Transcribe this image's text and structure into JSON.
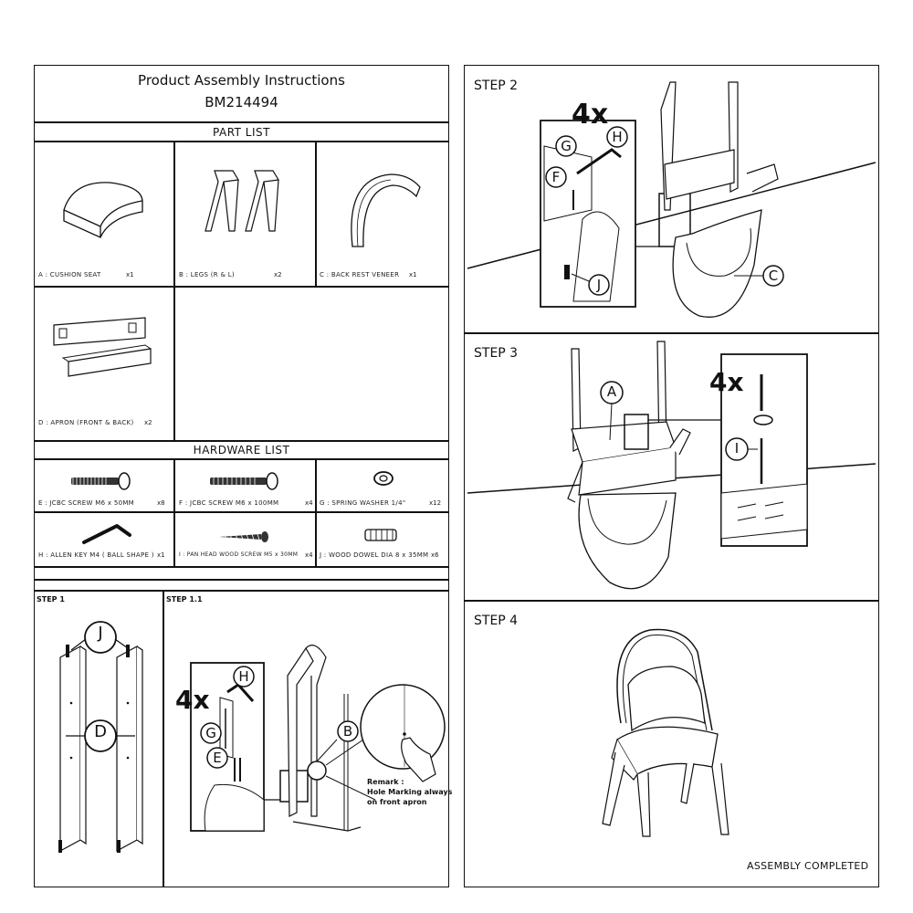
{
  "header": {
    "title": "Product Assembly Instructions",
    "model": "BM214494"
  },
  "part_list": {
    "heading": "PART LIST",
    "items": [
      {
        "caption": "A : CUSHION SEAT",
        "qty": "x1"
      },
      {
        "caption": "B : LEGS (R & L)",
        "qty": "x2"
      },
      {
        "caption": "C : BACK REST VENEER",
        "qty": "x1"
      },
      {
        "caption": "D : APRON (FRONT & BACK)",
        "qty": "x2"
      }
    ]
  },
  "hardware_list": {
    "heading": "HARDWARE LIST",
    "items": [
      {
        "caption": "E : JCBC SCREW M6 x 50MM",
        "qty": "x8"
      },
      {
        "caption": "F : JCBC SCREW M6 x 100MM",
        "qty": "x4"
      },
      {
        "caption": "G : SPRING WASHER 1/4\"",
        "qty": "x12"
      },
      {
        "caption": "H : ALLEN KEY M4 ( BALL SHAPE )",
        "qty": "x1"
      },
      {
        "caption": "I : PAN HEAD WOOD SCREW M5 x 30MM",
        "qty": "x4"
      },
      {
        "caption": "J : WOOD DOWEL DIA 8 x 35MM",
        "qty": "x6"
      }
    ]
  },
  "steps": {
    "step1": {
      "label": "STEP 1",
      "callouts": [
        "J",
        "D"
      ]
    },
    "step1_1": {
      "label": "STEP 1.1",
      "multiplier": "4x",
      "callouts": [
        "H",
        "G",
        "E",
        "B"
      ],
      "remark_title": "Remark :",
      "remark_text": [
        "Hole Marking always",
        "on front apron"
      ]
    },
    "step2": {
      "label": "STEP 2",
      "multiplier": "4x",
      "callouts": [
        "G",
        "H",
        "F",
        "J",
        "C"
      ]
    },
    "step3": {
      "label": "STEP 3",
      "multiplier": "4x",
      "callouts": [
        "A",
        "I"
      ]
    },
    "step4": {
      "label": "STEP 4",
      "completed": "ASSEMBLY COMPLETED"
    }
  },
  "icons": [
    "cushion-seat-icon",
    "legs-icon",
    "back-rest-veneer-icon",
    "apron-icon",
    "jcbc-screw-50-icon",
    "jcbc-screw-100-icon",
    "spring-washer-icon",
    "allen-key-icon",
    "wood-screw-icon",
    "wood-dowel-icon",
    "chair-icon"
  ]
}
